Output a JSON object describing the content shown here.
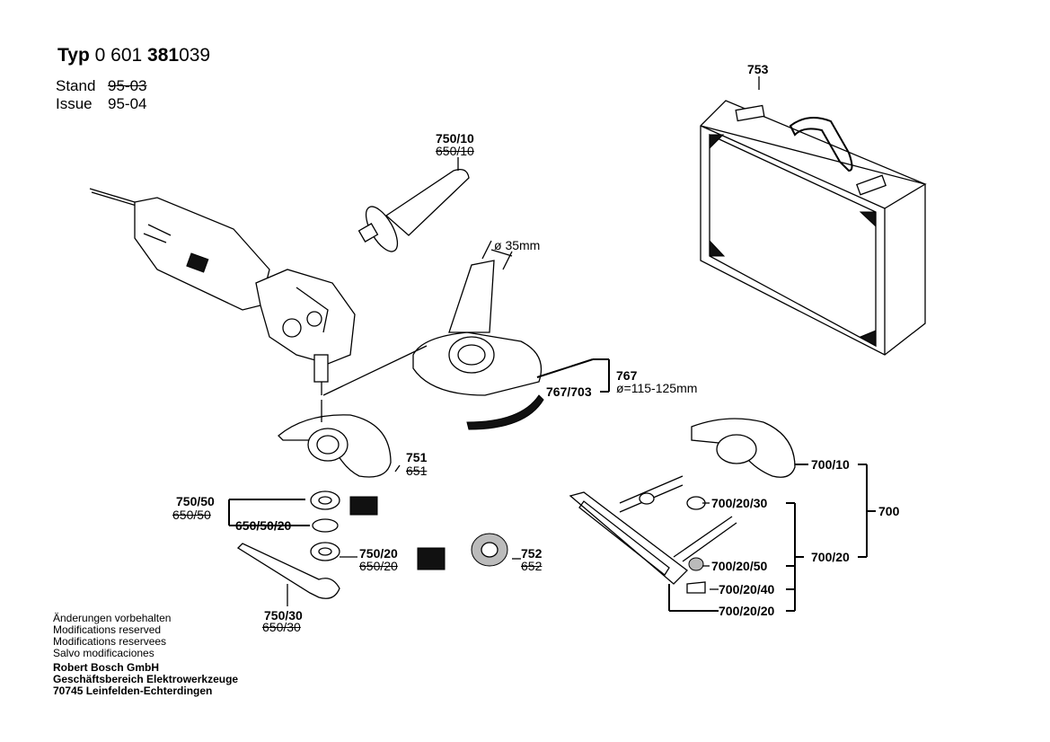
{
  "header": {
    "typ_label": "Typ",
    "typ_prefix": "0 601",
    "typ_bold": "381",
    "typ_suffix": "039",
    "stand_label": "Stand",
    "stand_value": "95-03",
    "issue_label": "Issue",
    "issue_value": "95-04"
  },
  "parts": {
    "p753": "753",
    "p750_10": "750/10",
    "p650_10": "650/10",
    "dia35": "ø 35mm",
    "p767": "767",
    "p767_703": "767/703",
    "dia115": "ø=115-125mm",
    "p751": "751",
    "p651": "651",
    "p750_50": "750/50",
    "p650_50": "650/50",
    "p650_50_20": "650/50/20",
    "p750_20": "750/20",
    "p650_20": "650/20",
    "p752": "752",
    "p652": "652",
    "p750_30": "750/30",
    "p650_30": "650/30",
    "p700_10": "700/10",
    "p700": "700",
    "p700_20_30": "700/20/30",
    "p700_20": "700/20",
    "p700_20_50": "700/20/50",
    "p700_20_40": "700/20/40",
    "p700_20_20": "700/20/20"
  },
  "footer": {
    "lines": [
      "Änderungen vorbehalten",
      "Modifications reserved",
      "Modifications reservees",
      "Salvo modificaciones"
    ],
    "company": [
      "Robert Bosch GmbH",
      "Geschäftsbereich Elektrowerkzeuge",
      "70745 Leinfelden-Echterdingen"
    ]
  }
}
